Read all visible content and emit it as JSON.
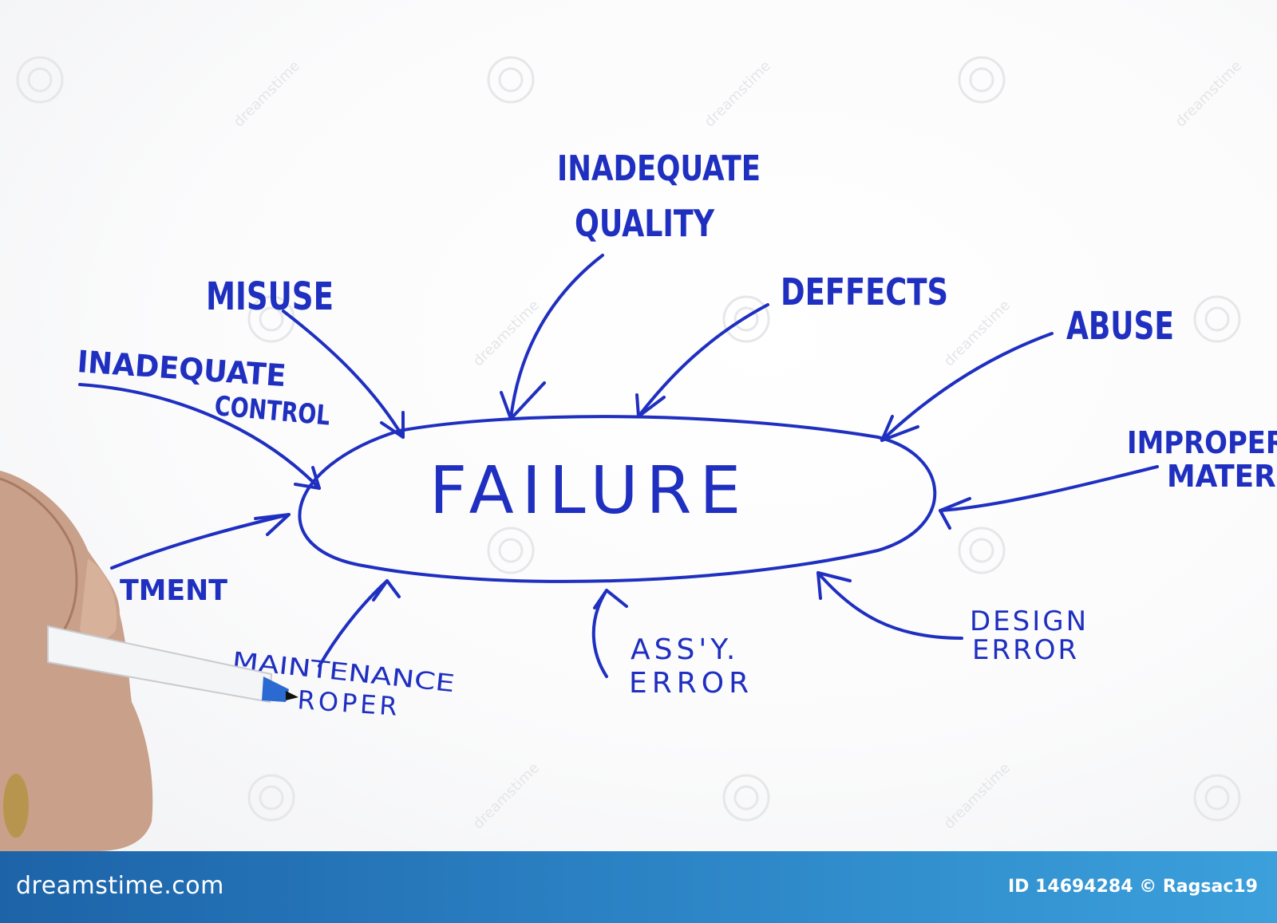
{
  "diagram": {
    "center": "FAILURE",
    "causes": {
      "inadequate_quality_line1": "INADEQUATE",
      "inadequate_quality_line2": "QUALITY",
      "misuse": "MISUSE",
      "deffects": "DEFFECTS",
      "abuse": "ABUSE",
      "inadequate_control_line1": "INADEQUATE",
      "inadequate_control_line2": "CONTROL",
      "improper_material_line1": "IMPROPER",
      "improper_material_line2": "MATERI",
      "treatment": "TMENT",
      "design_error_line1": "DESIGN",
      "design_error_line2": "ERROR",
      "assy_error_line1": "ASS'Y.",
      "assy_error_line2": "ERROR",
      "maintenance_line1": "MAINTENANCE",
      "maintenance_line2": "ROPER"
    },
    "ink_color": "#1f2fc0"
  },
  "watermark": {
    "text": "dreamstime"
  },
  "footer": {
    "brand": "dreamstime.com",
    "id_credit": "ID 14694284 © Ragsac19",
    "background": "#2a80c2"
  }
}
